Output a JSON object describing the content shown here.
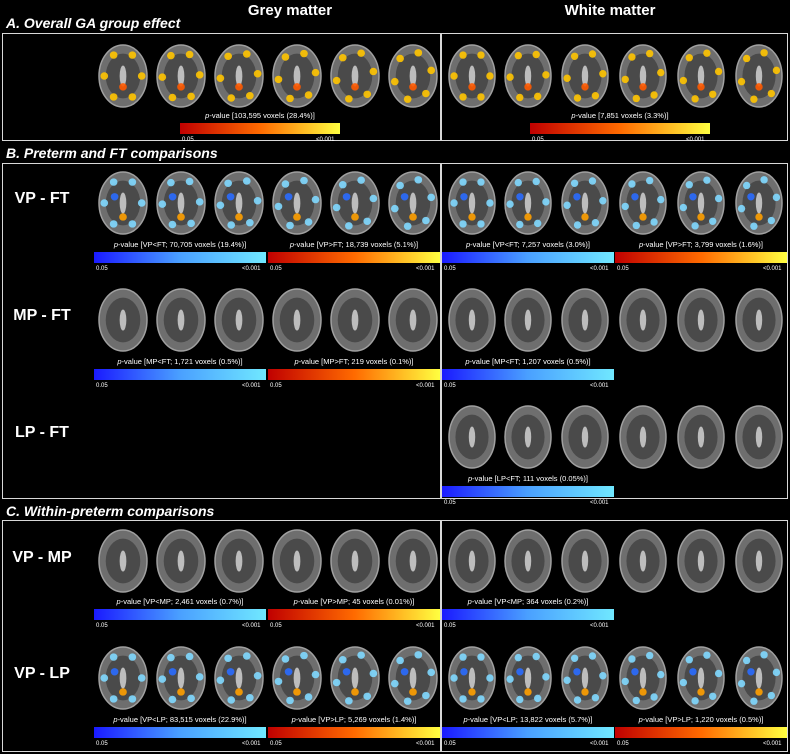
{
  "columns": {
    "grey": "Grey matter",
    "white": "White matter"
  },
  "sections": {
    "a": {
      "letter": "A.",
      "title": "Overall GA group effect"
    },
    "b": {
      "letter": "B.",
      "title": "Preterm and FT comparisons"
    },
    "c": {
      "letter": "C.",
      "title": "Within-preterm comparisons"
    }
  },
  "row_labels": {
    "vp_ft": "VP - FT",
    "mp_ft": "MP - FT",
    "lp_ft": "LP - FT",
    "vp_mp": "VP - MP",
    "vp_lp": "VP - LP"
  },
  "pvalue": "p",
  "captions": {
    "a_grey": "-value [103,595 voxels (28.4%)]",
    "a_white": "-value [7,851 voxels (3.3%)]",
    "vpft_g_neg": "-value [VP<FT; 70,705 voxels (19.4%)]",
    "vpft_g_pos": "-value [VP>FT; 18,739 voxels (5.1%)]",
    "vpft_w_neg": "-value [VP<FT; 7,257 voxels (3.0%)]",
    "vpft_w_pos": "-value [VP>FT; 3,799 voxels (1.6%)]",
    "mpft_g_neg": "-value [MP<FT; 1,721 voxels (0.5%)]",
    "mpft_g_pos": "-value [MP>FT; 219 voxels (0.1%)]",
    "mpft_w_neg": "-value [MP<FT; 1,207 voxels (0.5%)]",
    "lpft_w_neg": "-value [LP<FT; 111 voxels (0.05%)]",
    "vpmp_g_neg": "-value [VP<MP; 2,461 voxels (0.7%)]",
    "vpmp_g_pos": "-value [VP>MP; 45 voxels (0.01%)]",
    "vpmp_w_neg": "-value [VP<MP; 364 voxels (0.2%)]",
    "vplp_g_neg": "-value [VP<LP; 83,515 voxels (22.9%)]",
    "vplp_g_pos": "-value [VP>LP; 5,269 voxels (1.4%)]",
    "vplp_w_neg": "-value [VP<LP; 13,822 voxels (5.7%)]",
    "vplp_w_pos": "-value [VP>LP; 1,220 voxels (0.5%)]"
  },
  "ticks": {
    "low": "0.05",
    "high": "<0.001"
  },
  "colors": {
    "hot_start": "#c00000",
    "hot_end": "#ffff40",
    "cool_start": "#1a1aff",
    "cool_end": "#70e8ff"
  }
}
